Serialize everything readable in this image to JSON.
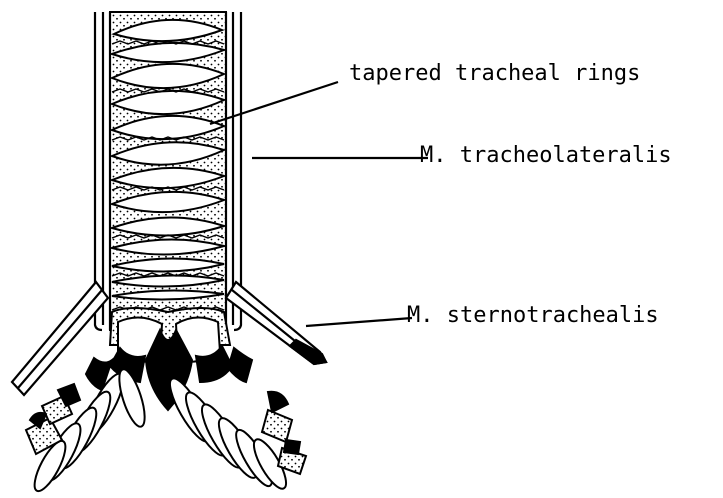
{
  "diagram": {
    "labels": {
      "rings": "tapered tracheal rings",
      "tracheolateralis": "M. tracheolateralis",
      "sternotrachealis": "M. sternotrachealis"
    }
  }
}
